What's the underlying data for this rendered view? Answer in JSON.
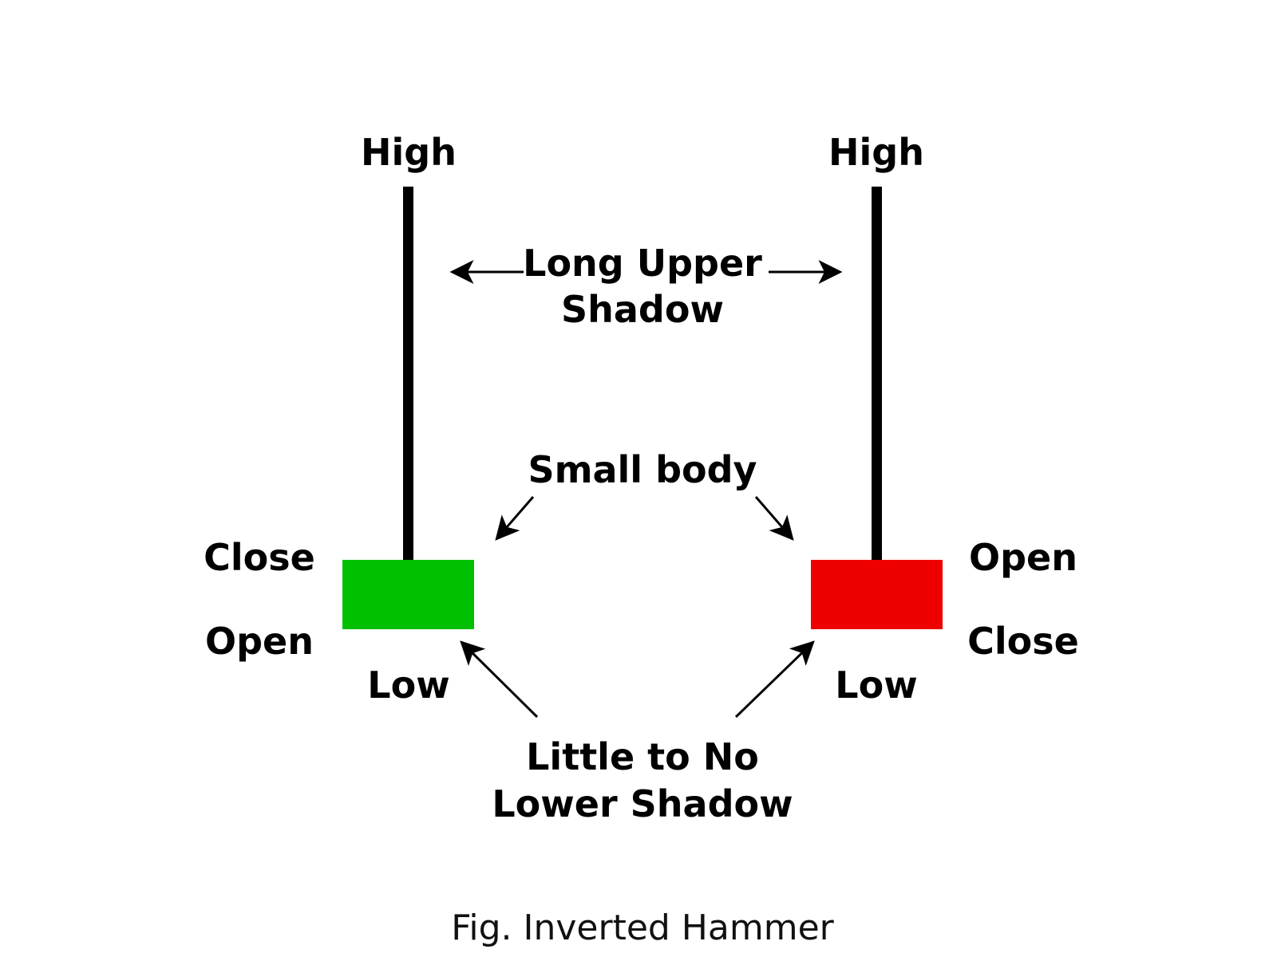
{
  "figure": {
    "caption": "Fig. Inverted Hammer",
    "colors": {
      "bullish_body": "#00c000",
      "bearish_body": "#ee0000",
      "wick": "#000000",
      "text": "#000000",
      "background": "#ffffff"
    },
    "candles": [
      {
        "name": "bullish",
        "high_label": "High",
        "low_label": "Low",
        "body_top_label": "Close",
        "body_bottom_label": "Open",
        "body_color": "#00c000"
      },
      {
        "name": "bearish",
        "high_label": "High",
        "low_label": "Low",
        "body_top_label": "Open",
        "body_bottom_label": "Close",
        "body_color": "#ee0000"
      }
    ],
    "annotations": {
      "upper_shadow_line1": "Long Upper",
      "upper_shadow_line2": "Shadow",
      "small_body": "Small body",
      "lower_shadow_line1": "Little to No",
      "lower_shadow_line2": "Lower Shadow"
    }
  }
}
